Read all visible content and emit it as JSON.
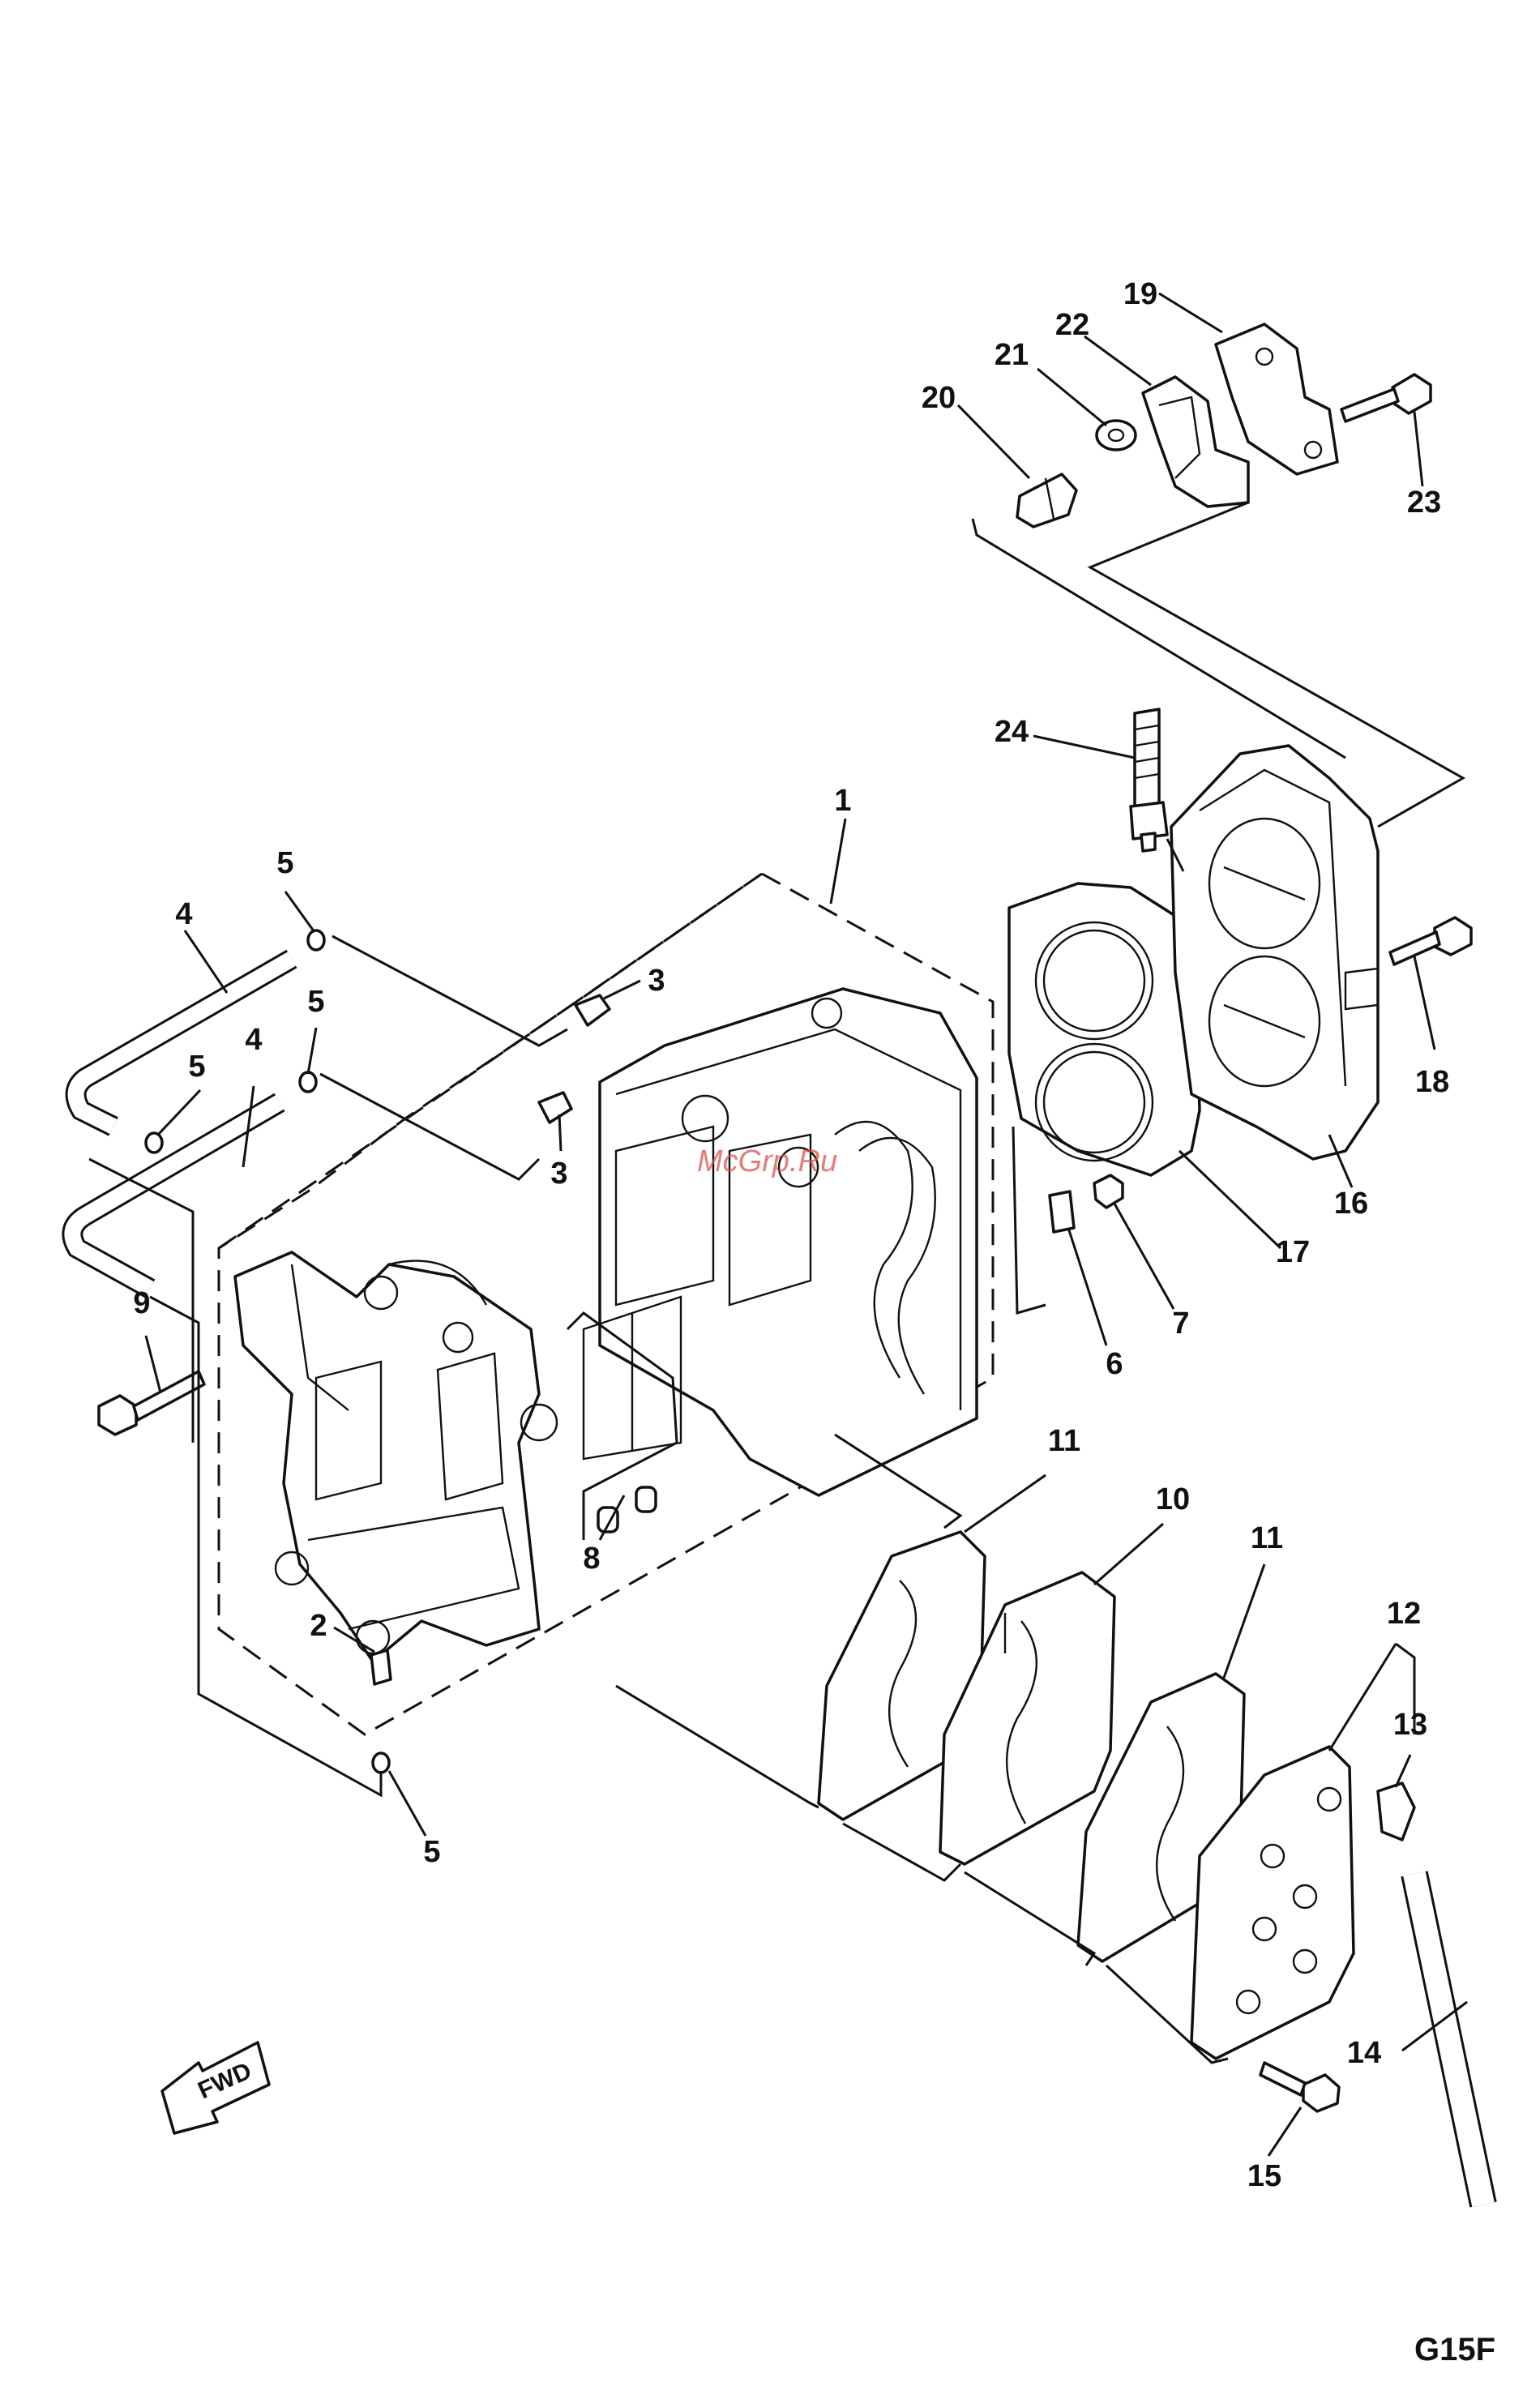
{
  "watermark": "McGrp.Ru",
  "diagram_code": "G15F",
  "direction_label": "FWD",
  "callouts": [
    {
      "id": "c1",
      "text": "1"
    },
    {
      "id": "c2",
      "text": "2"
    },
    {
      "id": "c3a",
      "text": "3"
    },
    {
      "id": "c3b",
      "text": "3"
    },
    {
      "id": "c4a",
      "text": "4"
    },
    {
      "id": "c4b",
      "text": "4"
    },
    {
      "id": "c5a",
      "text": "5"
    },
    {
      "id": "c5b",
      "text": "5"
    },
    {
      "id": "c5c",
      "text": "5"
    },
    {
      "id": "c5d",
      "text": "5"
    },
    {
      "id": "c6",
      "text": "6"
    },
    {
      "id": "c7",
      "text": "7"
    },
    {
      "id": "c8",
      "text": "8"
    },
    {
      "id": "c9",
      "text": "9"
    },
    {
      "id": "c10",
      "text": "10"
    },
    {
      "id": "c11a",
      "text": "11"
    },
    {
      "id": "c11b",
      "text": "11"
    },
    {
      "id": "c12",
      "text": "12"
    },
    {
      "id": "c13",
      "text": "13"
    },
    {
      "id": "c14",
      "text": "14"
    },
    {
      "id": "c15",
      "text": "15"
    },
    {
      "id": "c16",
      "text": "16"
    },
    {
      "id": "c17",
      "text": "17"
    },
    {
      "id": "c18",
      "text": "18"
    },
    {
      "id": "c19",
      "text": "19"
    },
    {
      "id": "c20",
      "text": "20"
    },
    {
      "id": "c21",
      "text": "21"
    },
    {
      "id": "c22",
      "text": "22"
    },
    {
      "id": "c23",
      "text": "23"
    },
    {
      "id": "c24",
      "text": "24"
    }
  ]
}
